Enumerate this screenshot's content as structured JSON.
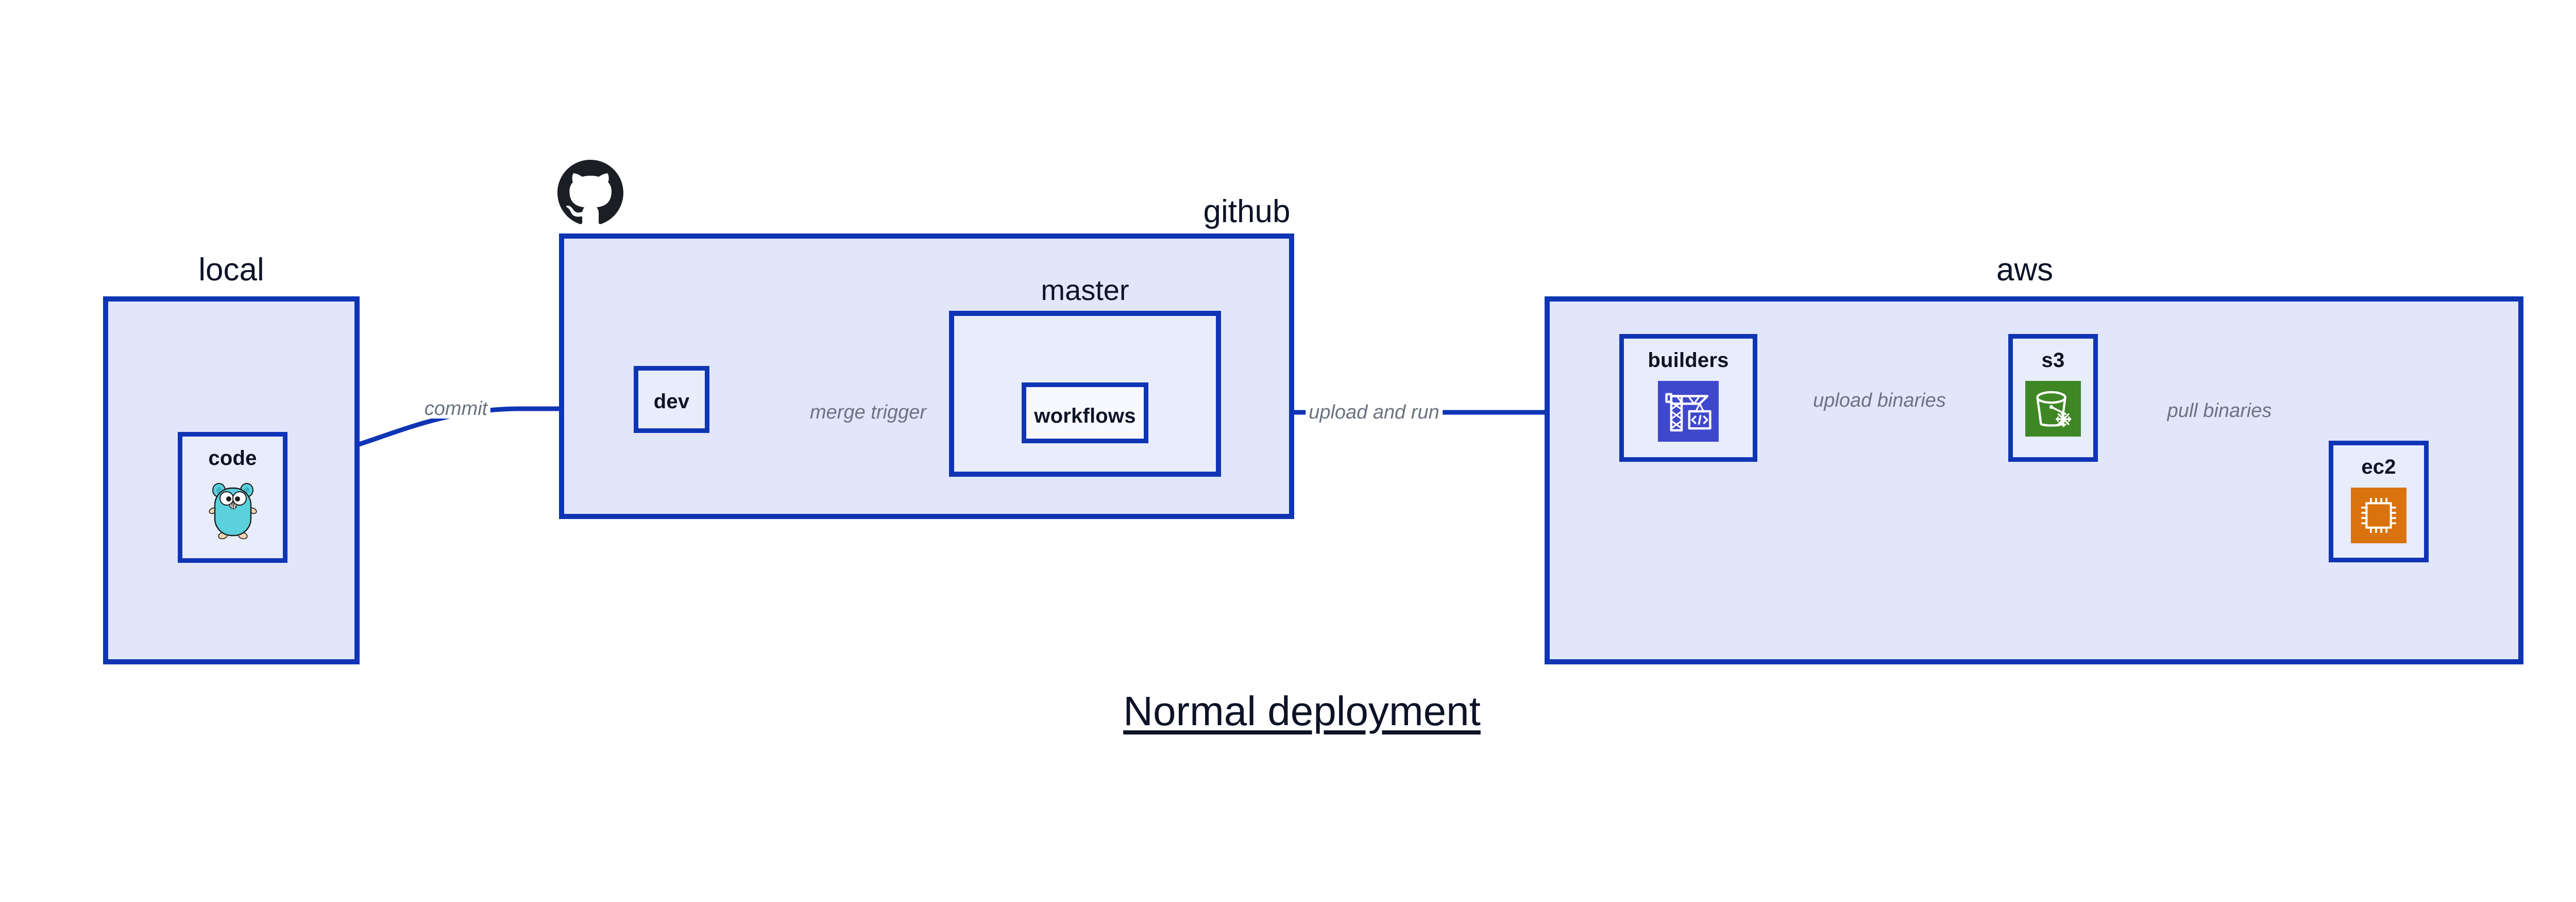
{
  "diagram": {
    "caption": "Normal deployment",
    "colors": {
      "zone_fill": "#e2e6fa",
      "nested_zone_fill": "#e9edfb",
      "node_fill": "#e8edfb",
      "border": "#0f35b5",
      "edge_label_text": "#6b7280",
      "title_text": "#0d1227",
      "builders_icon_bg": "#3f48cc",
      "s3_icon_bg": "#3f8624",
      "ec2_icon_bg": "#d9730d",
      "gopher_body": "#5ad1dd",
      "github_logo": "#1b1f23"
    },
    "zones": [
      {
        "id": "local",
        "label": "local"
      },
      {
        "id": "github",
        "label": "github"
      },
      {
        "id": "master",
        "label": "master"
      },
      {
        "id": "aws",
        "label": "aws"
      }
    ],
    "nodes": [
      {
        "id": "code",
        "label": "code",
        "icon": "go-gopher-icon"
      },
      {
        "id": "dev",
        "label": "dev",
        "icon": "none"
      },
      {
        "id": "workflows",
        "label": "workflows",
        "icon": "none"
      },
      {
        "id": "builders",
        "label": "builders",
        "icon": "aws-codebuild-crane-icon"
      },
      {
        "id": "s3",
        "label": "s3",
        "icon": "aws-s3-bucket-snowflake-icon"
      },
      {
        "id": "ec2",
        "label": "ec2",
        "icon": "aws-ec2-chip-icon"
      }
    ],
    "edges": [
      {
        "id": "commit",
        "label": "commit",
        "from": "code",
        "to": "dev"
      },
      {
        "id": "merge-trigger",
        "label": "merge trigger",
        "from": "dev",
        "to": "workflows"
      },
      {
        "id": "upload-and-run",
        "label": "upload and run",
        "from": "workflows",
        "to": "builders"
      },
      {
        "id": "upload-binaries",
        "label": "upload binaries",
        "from": "builders",
        "to": "s3"
      },
      {
        "id": "pull-binaries",
        "label": "pull binaries",
        "from": "s3",
        "to": "ec2"
      }
    ],
    "logos": [
      {
        "id": "github-logo",
        "name": "github-mark-icon"
      }
    ]
  }
}
